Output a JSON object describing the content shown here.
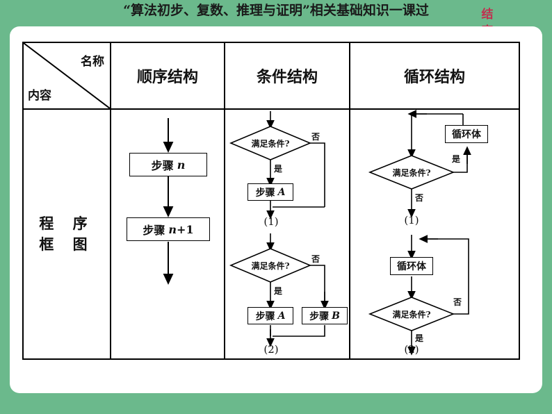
{
  "slide": {
    "title": "“算法初步、复数、推理与证明”相关基础知识一课过",
    "end_marker": "结束",
    "background_color": "#6bb98c",
    "panel_color": "#ffffff",
    "end_marker_color": "#c0304f"
  },
  "table": {
    "corner": {
      "name_label": "名称",
      "content_label": "内容"
    },
    "headers": [
      "顺序结构",
      "条件结构",
      "循环结构"
    ],
    "row_label": "程 序 框 图"
  },
  "flowcharts": {
    "sequence": {
      "steps": [
        "步骤 n",
        "步骤 n+1"
      ],
      "step_1_text": "步骤",
      "step_1_var": "n",
      "step_2_text": "步骤",
      "step_2_var": "n",
      "step_2_suffix": "+1"
    },
    "conditional_1": {
      "caption": "(1)",
      "condition": "满足条件?",
      "yes_label": "是",
      "no_label": "否",
      "branch_box": "步骤",
      "branch_var": "A"
    },
    "conditional_2": {
      "caption": "(2)",
      "condition": "满足条件?",
      "yes_label": "是",
      "no_label": "否",
      "yes_box": "步骤",
      "yes_var": "A",
      "no_box": "步骤",
      "no_var": "B"
    },
    "loop_1": {
      "caption": "(1)",
      "condition": "满足条件?",
      "yes_label": "是",
      "no_label": "否",
      "body_box": "循环体"
    },
    "loop_2": {
      "caption": "(2)",
      "condition": "满足条件?",
      "yes_label": "是",
      "no_label": "否",
      "body_box": "循环体"
    }
  }
}
